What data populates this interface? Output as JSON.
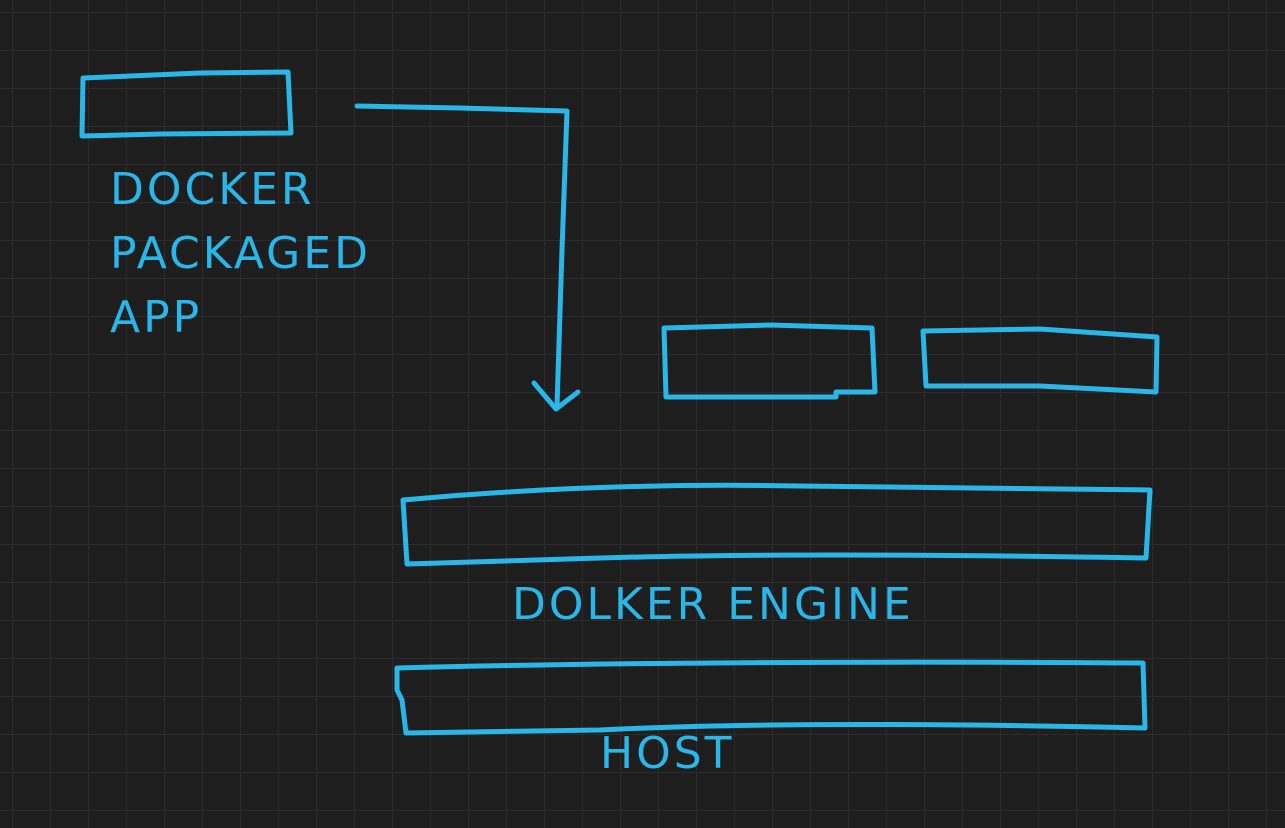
{
  "diagram": {
    "stroke_color": "#29b6e8",
    "labels": {
      "app_line1": "DOCKER",
      "app_line2": "PACKAGED",
      "app_line3": "APP",
      "engine": "DOLKER ENGINE",
      "host": "HOST"
    }
  }
}
